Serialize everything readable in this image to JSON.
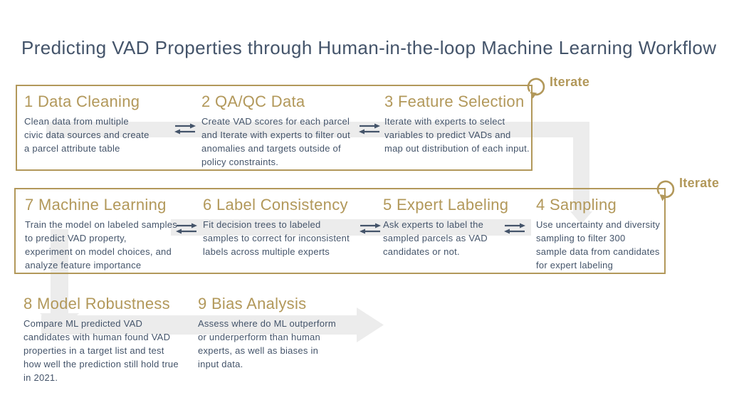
{
  "slide_title": "Predicting VAD Properties through Human-in-the-loop Machine Learning Workflow",
  "iterate": {
    "top": "Iterate",
    "right": "Iterate"
  },
  "steps": {
    "s1": {
      "heading": "1 Data Cleaning",
      "lines": [
        "Clean data from multiple",
        "civic data sources and create",
        "a parcel attribute table"
      ]
    },
    "s2": {
      "heading": "2 QA/QC Data",
      "lines": [
        "Create VAD scores for each parcel",
        "and Iterate with experts to filter out",
        "anomalies and targets outside of",
        "policy constraints."
      ]
    },
    "s3": {
      "heading": "3 Feature Selection",
      "lines": [
        "Iterate with experts to select",
        "variables to predict VADs and",
        "map out distribution of each input."
      ]
    },
    "s4": {
      "heading": "4 Sampling",
      "lines": [
        "Use uncertainty and diversity",
        "sampling to filter 300",
        "sample data from candidates",
        "for expert labeling"
      ]
    },
    "s5": {
      "heading": "5 Expert Labeling",
      "lines": [
        "Ask experts to label the",
        "sampled parcels as VAD",
        "candidates or not."
      ]
    },
    "s6": {
      "heading": "6 Label Consistency",
      "lines": [
        "Fit decision trees to labeled",
        "samples to correct for inconsistent",
        "labels across multiple experts"
      ]
    },
    "s7": {
      "heading": "7 Machine Learning",
      "lines": [
        "Train the model on labeled samples",
        "to predict VAD property,",
        "experiment on model choices, and",
        "analyze feature importance"
      ]
    },
    "s8": {
      "heading": "8 Model Robustness",
      "lines": [
        "Compare ML predicted VAD",
        "candidates with human found VAD",
        "properties in a target list and test",
        "how well the prediction still hold true",
        "in 2021."
      ]
    },
    "s9": {
      "heading": "9 Bias Analysis",
      "lines": [
        "Assess where do ML outperform",
        "or underperform than human",
        "experts, as well as biases in",
        "input data."
      ]
    }
  },
  "colors": {
    "accent_gold": "#B2985A",
    "text_navy": "#44546A",
    "flow_gray": "#ECECEC"
  }
}
